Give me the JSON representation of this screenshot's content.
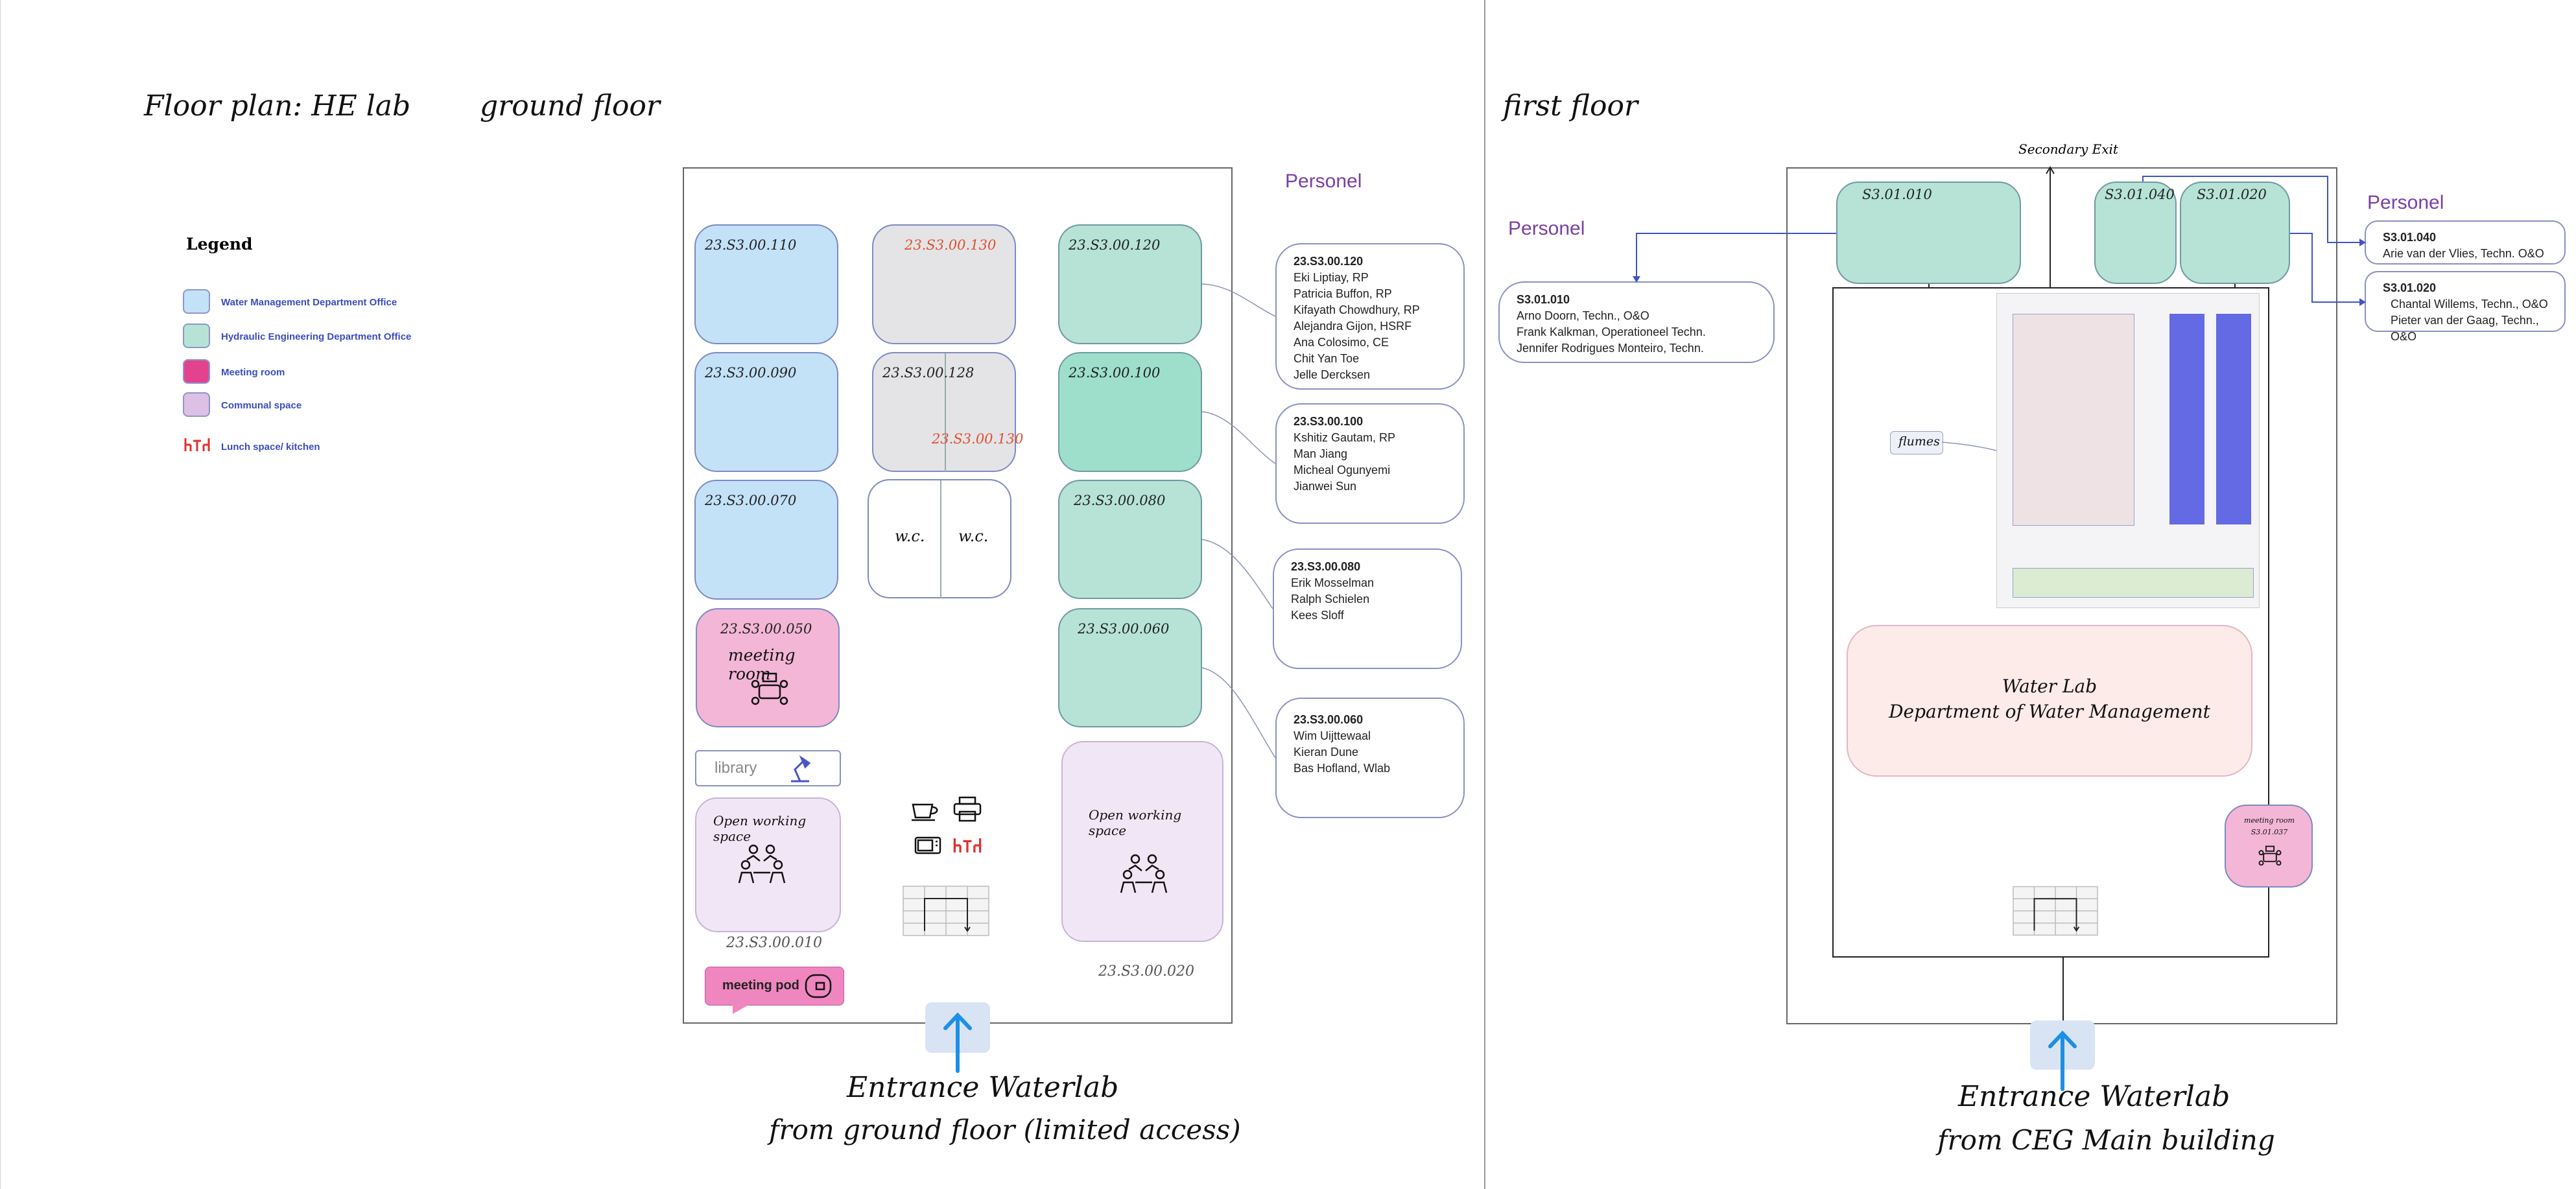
{
  "header": {
    "title": "Floor plan: HE lab",
    "ground_floor": "ground floor",
    "first_floor": "first floor"
  },
  "legend": {
    "title": "Legend",
    "items": [
      {
        "label": "Water Management Department Office",
        "color": "#c3e1f7"
      },
      {
        "label": "Hydraulic Engineering Department Office",
        "color": "#b6e3d6"
      },
      {
        "label": "Meeting room",
        "color": "#e3428f"
      },
      {
        "label": "Communal space",
        "color": "#dcc0e6"
      },
      {
        "label": "Lunch space/ kitchen",
        "icon": "lunch-table-icon"
      }
    ]
  },
  "ground": {
    "rooms": {
      "r110": "23.S3.00.110",
      "r090": "23.S3.00.090",
      "r070": "23.S3.00.070",
      "r130": "23.S3.00.130",
      "r128": "23.S3.00.128",
      "r130b": "23.S3.00.130",
      "wc1": "w.c.",
      "wc2": "w.c.",
      "r120": "23.S3.00.120",
      "r100": "23.S3.00.100",
      "r080": "23.S3.00.080",
      "r060": "23.S3.00.060",
      "r050": "23.S3.00.050",
      "meeting_room": "meeting room",
      "library": "library",
      "open_left": "Open working space",
      "open_left_id": "23.S3.00.010",
      "open_right": "Open working space",
      "open_right_id": "23.S3.00.020",
      "meeting_pod": "meeting pod"
    },
    "personel_title": "Personel",
    "personel": [
      {
        "id": "23.S3.00.120",
        "names": [
          "Eki Liptiay, RP",
          "Patricia Buffon, RP",
          "Kifayath Chowdhury, RP",
          "Alejandra Gijon, HSRF",
          "Ana Colosimo, CE",
          "Chit Yan Toe",
          "Jelle Dercksen"
        ]
      },
      {
        "id": "23.S3.00.100",
        "names": [
          "Kshitiz Gautam, RP",
          "Man Jiang",
          "Micheal Ogunyemi",
          "Jianwei Sun"
        ]
      },
      {
        "id": "23.S3.00.080",
        "names": [
          "Erik Mosselman",
          "Ralph Schielen",
          "Kees Sloff"
        ]
      },
      {
        "id": "23.S3.00.060",
        "names": [
          "Wim Uijttewaal",
          "Kieran Dune",
          "Bas Hofland, Wlab"
        ]
      }
    ],
    "entrance_line1": "Entrance Waterlab",
    "entrance_line2": "from ground floor (limited access)"
  },
  "first": {
    "secondary_exit": "Secondary Exit",
    "rooms": {
      "r010": "S3.01.010",
      "r040": "S3.01.040",
      "r020": "S3.01.020",
      "flumes": "flumes",
      "water_lab1": "Water Lab",
      "water_lab2": "Department of Water Management",
      "meeting_small1": "meeting room",
      "meeting_small2": "S3.01.037"
    },
    "personel_title_left": "Personel",
    "personel_title_right": "Personel",
    "personel_left": {
      "id": "S3.01.010",
      "names": [
        "Arno Doorn, Techn., O&O",
        "Frank Kalkman, Operationeel Techn.",
        "Jennifer Rodrigues Monteiro, Techn."
      ]
    },
    "personel_right": [
      {
        "id": "S3.01.040",
        "names": [
          "Arie van der Vlies, Techn. O&O"
        ]
      },
      {
        "id": "S3.01.020",
        "names": [
          "Chantal Willems, Techn., O&O",
          "Pieter van der Gaag, Techn., O&O"
        ]
      }
    ],
    "entrance_line1": "Entrance  Waterlab",
    "entrance_line2": "from CEG Main building"
  },
  "colors": {
    "accent_arrow": "#1e8fe6",
    "personel_text": "#7a3fa6",
    "flume_bar": "#6469e4"
  }
}
